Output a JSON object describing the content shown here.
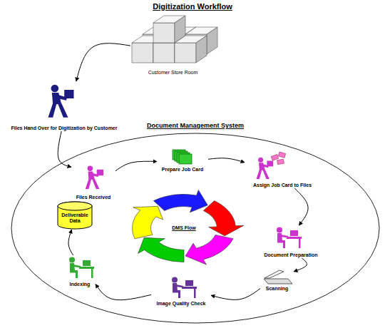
{
  "diagram": {
    "title": "Digitization Workflow",
    "nodes": [
      {
        "text": [
          "Customer Store Room"
        ]
      },
      {
        "text": [
          "Files Hand Over for Digitization by Customer"
        ]
      },
      {
        "text": [
          "Document Management System"
        ]
      },
      {
        "text": [
          "Files Received"
        ],
        "in": 2
      },
      {
        "text": [
          "Prepare Job Card"
        ],
        "in": 2
      },
      {
        "text": [
          "Assign Job Card to Files"
        ],
        "in": 2
      },
      {
        "text": [
          "Document Preparation"
        ],
        "in": 2
      },
      {
        "text": [
          "Scanning"
        ],
        "in": 2
      },
      {
        "text": [
          "Image Quality Check"
        ],
        "in": 2
      },
      {
        "text": [
          "Indexing"
        ],
        "in": 2
      },
      {
        "text": [
          "Deliverable Data"
        ],
        "in": 2
      },
      {
        "text": [
          "DMS Flow"
        ],
        "in": 2
      }
    ],
    "edges": [
      {
        "from": 0,
        "to": 1,
        "arrow": "to"
      },
      {
        "from": 1,
        "to": 3,
        "arrow": "to"
      },
      {
        "from": 3,
        "to": 4,
        "arrow": "to"
      },
      {
        "from": 4,
        "to": 5,
        "arrow": "to"
      },
      {
        "from": 5,
        "to": 6,
        "arrow": "to"
      },
      {
        "from": 6,
        "to": 7,
        "arrow": "to"
      },
      {
        "from": 7,
        "to": 8,
        "arrow": "to"
      },
      {
        "from": 8,
        "to": 9,
        "arrow": "to"
      },
      {
        "from": 9,
        "to": 10,
        "arrow": "to"
      }
    ]
  }
}
